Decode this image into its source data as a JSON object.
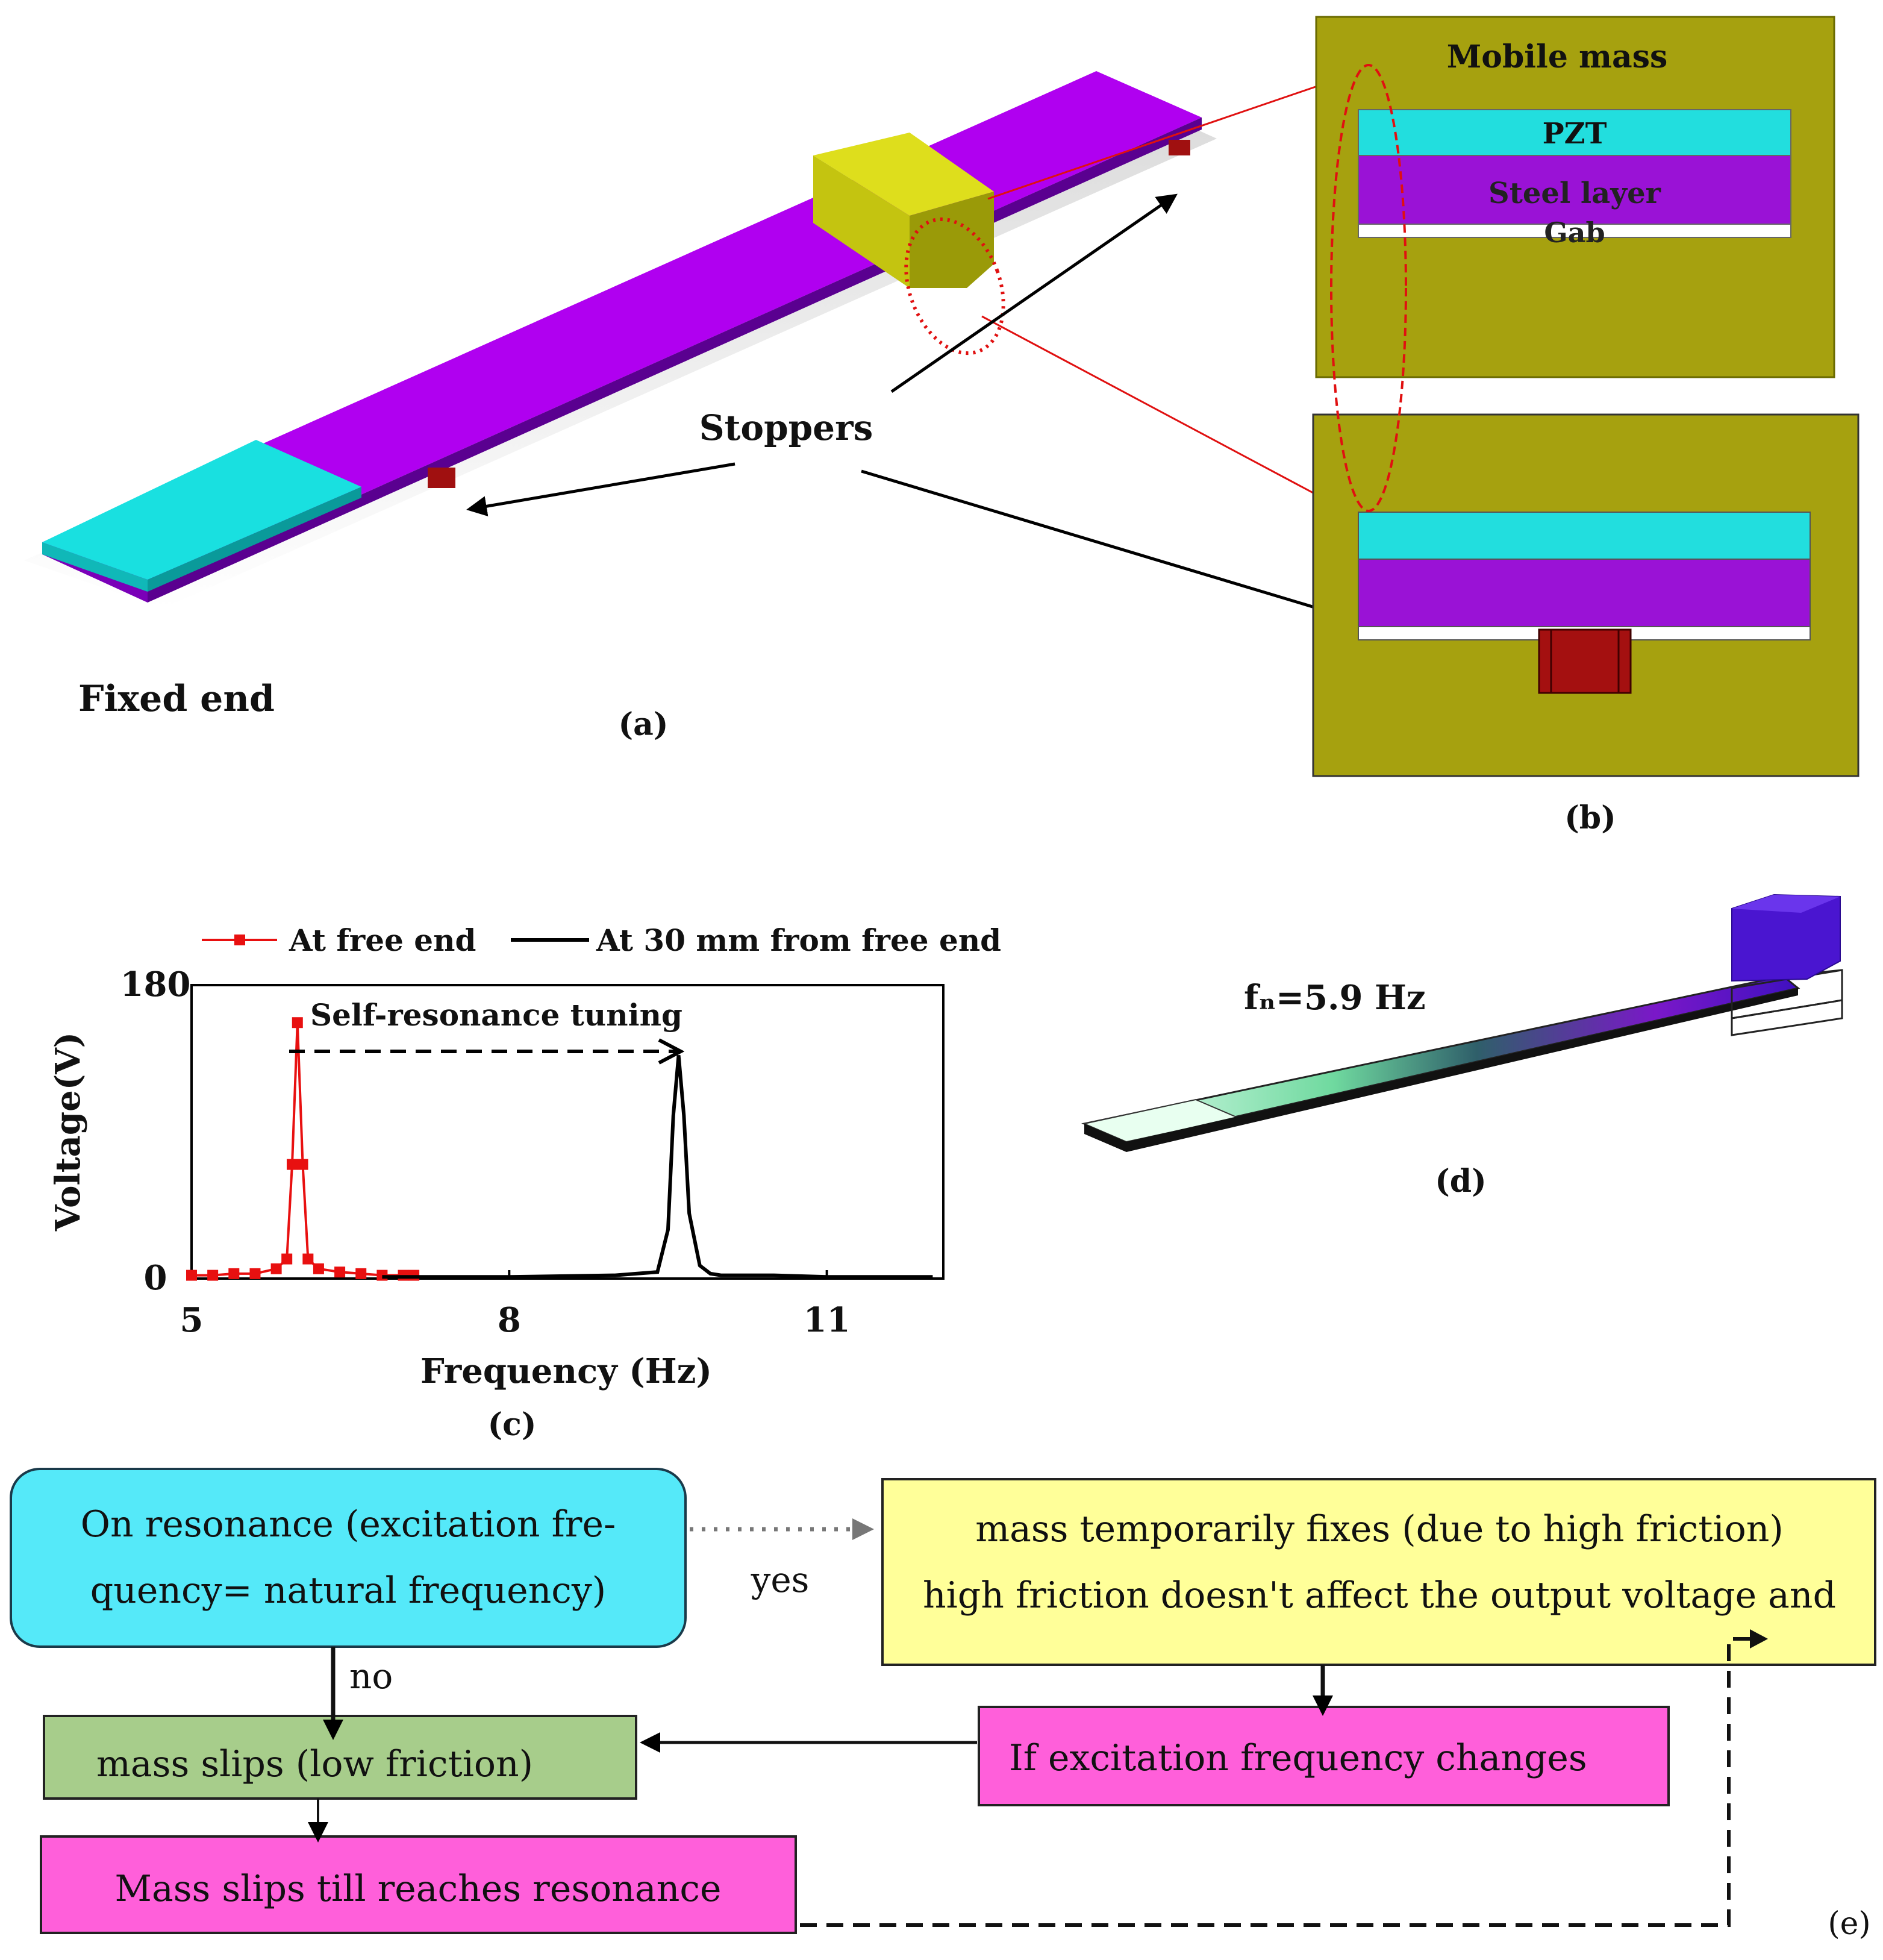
{
  "panel_a": {
    "label": "(a)",
    "stoppers_label": "Stoppers",
    "fixed_end_label": "Fixed end",
    "colors": {
      "piezo": "#19e0e0",
      "beam": "#a000e8",
      "mass": "#b8b80a",
      "stopper": "#a01010"
    }
  },
  "panel_b": {
    "label": "(b)",
    "title": "Mobile mass",
    "layer_pzt": "PZT",
    "layer_steel": "Steel layer",
    "layer_gap": "Gab",
    "colors": {
      "background": "#a6a10f",
      "pzt": "#22dede",
      "steel": "#9a12d6",
      "stopper": "#a41010"
    }
  },
  "panel_c": {
    "label": "(c)",
    "annotation": "Self-resonance tuning",
    "chart_data": {
      "type": "line",
      "title": "",
      "xlabel": "Frequency (Hz)",
      "ylabel": "Voltage(V)",
      "xlim": [
        5,
        12.1
      ],
      "ylim": [
        0,
        180
      ],
      "x_ticks": [
        5,
        8,
        11
      ],
      "y_ticks": [
        0,
        180
      ],
      "grid": false,
      "legend_position": "top",
      "series": [
        {
          "name": "At free end",
          "color": "#e81010",
          "marker": "square",
          "x": [
            5.0,
            5.2,
            5.4,
            5.6,
            5.8,
            5.9,
            5.95,
            6.0,
            6.05,
            6.1,
            6.2,
            6.4,
            6.6,
            6.8,
            7.0,
            7.1
          ],
          "y": [
            2,
            2,
            3,
            3,
            6,
            12,
            70,
            157,
            70,
            12,
            6,
            4,
            3,
            2,
            2,
            2
          ]
        },
        {
          "name": "At 30 mm from free end",
          "color": "#000000",
          "marker": "none",
          "x": [
            6.8,
            7.5,
            8.0,
            9.0,
            9.4,
            9.5,
            9.55,
            9.6,
            9.65,
            9.7,
            9.8,
            9.9,
            10.0,
            10.5,
            11.0,
            12.0
          ],
          "y": [
            1,
            1,
            1,
            2,
            4,
            30,
            100,
            137,
            100,
            40,
            8,
            3,
            2,
            2,
            1,
            1
          ]
        }
      ]
    }
  },
  "panel_d": {
    "label": "(d)",
    "freq_label": "fₙ=5.9 Hz"
  },
  "panel_e": {
    "label": "(e)",
    "box_resonance_line1": "On resonance (excitation fre-",
    "box_resonance_line2": "quency= natural frequency)",
    "box_fixes_line1": "mass temporarily fixes (due to high friction)",
    "box_fixes_line2": "high friction doesn't affect the output voltage and",
    "box_slips": "mass slips (low friction)",
    "box_changes": "If excitation frequency changes",
    "box_till": "Mass slips till reaches resonance",
    "label_yes": "yes",
    "label_no": "no",
    "colors": {
      "resonance": "#55e9f9",
      "fixes": "#ffff99",
      "slips": "#a7cd8b",
      "magenta": "#ff5fda"
    }
  }
}
